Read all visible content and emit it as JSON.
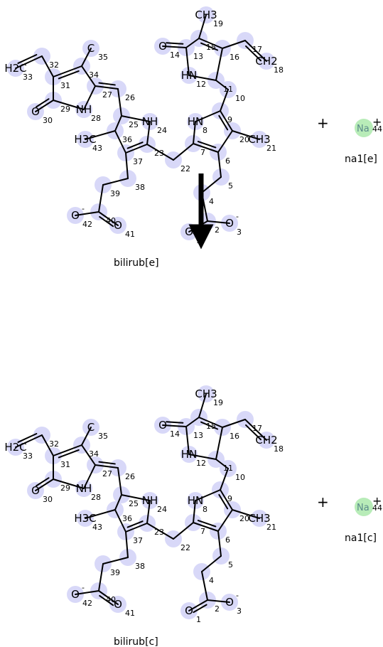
{
  "reactions": [
    {
      "molecule_label": "bilirub[e]",
      "ion_label": "na1[e]",
      "plus": "+",
      "ion_symbol": "Na",
      "ion_number": "44",
      "ion_charge": "+"
    },
    {
      "molecule_label": "bilirub[c]",
      "ion_label": "na1[c]",
      "plus": "+",
      "ion_symbol": "Na",
      "ion_number": "44",
      "ion_charge": "+"
    }
  ],
  "atoms": [
    {
      "id": "1",
      "symbol": "O",
      "color": "#e0004a"
    },
    {
      "id": "2",
      "symbol": "",
      "color": "#000000"
    },
    {
      "id": "3",
      "symbol": "O",
      "charge": "-",
      "color": "#e0004a"
    },
    {
      "id": "4",
      "symbol": "",
      "color": "#000000"
    },
    {
      "id": "5",
      "symbol": "",
      "color": "#000000"
    },
    {
      "id": "6",
      "symbol": "",
      "color": "#000000"
    },
    {
      "id": "7",
      "symbol": "",
      "color": "#000000"
    },
    {
      "id": "8",
      "symbol": "HN",
      "color": "#2244cc"
    },
    {
      "id": "9",
      "symbol": "",
      "color": "#000000"
    },
    {
      "id": "10",
      "symbol": "",
      "color": "#000000"
    },
    {
      "id": "11",
      "symbol": "",
      "color": "#000000"
    },
    {
      "id": "12",
      "symbol": "HN",
      "color": "#2244cc"
    },
    {
      "id": "13",
      "symbol": "",
      "color": "#000000"
    },
    {
      "id": "14",
      "symbol": "O",
      "color": "#e0004a"
    },
    {
      "id": "15",
      "symbol": "",
      "color": "#000000"
    },
    {
      "id": "16",
      "symbol": "",
      "color": "#000000"
    },
    {
      "id": "17",
      "symbol": "",
      "color": "#000000"
    },
    {
      "id": "18",
      "symbol": "CH2",
      "color": "#000000"
    },
    {
      "id": "19",
      "symbol": "CH3",
      "color": "#000000"
    },
    {
      "id": "20",
      "symbol": "",
      "color": "#000000"
    },
    {
      "id": "21",
      "symbol": "CH3",
      "color": "#000000"
    },
    {
      "id": "22",
      "symbol": "",
      "color": "#000000"
    },
    {
      "id": "23",
      "symbol": "",
      "color": "#000000"
    },
    {
      "id": "24",
      "symbol": "NH",
      "color": "#2244cc"
    },
    {
      "id": "25",
      "symbol": "",
      "color": "#000000"
    },
    {
      "id": "26",
      "symbol": "",
      "color": "#000000"
    },
    {
      "id": "27",
      "symbol": "",
      "color": "#000000"
    },
    {
      "id": "28",
      "symbol": "NH",
      "color": "#2244cc"
    },
    {
      "id": "29",
      "symbol": "",
      "color": "#000000"
    },
    {
      "id": "30",
      "symbol": "O",
      "color": "#e0004a"
    },
    {
      "id": "31",
      "symbol": "",
      "color": "#000000"
    },
    {
      "id": "32",
      "symbol": "",
      "color": "#000000"
    },
    {
      "id": "33",
      "symbol": "H2C",
      "color": "#000000"
    },
    {
      "id": "34",
      "symbol": "",
      "color": "#000000"
    },
    {
      "id": "35",
      "symbol": "C",
      "color": "#000000"
    },
    {
      "id": "36",
      "symbol": "",
      "color": "#000000"
    },
    {
      "id": "37",
      "symbol": "",
      "color": "#000000"
    },
    {
      "id": "38",
      "symbol": "",
      "color": "#000000"
    },
    {
      "id": "39",
      "symbol": "",
      "color": "#000000"
    },
    {
      "id": "40",
      "symbol": "",
      "color": "#000000"
    },
    {
      "id": "41",
      "symbol": "O",
      "color": "#e0004a"
    },
    {
      "id": "42",
      "symbol": "O",
      "charge": "-",
      "color": "#e0004a"
    },
    {
      "id": "43",
      "symbol": "H3C",
      "color": "#000000"
    }
  ],
  "bonds": [
    [
      "1",
      "2",
      2
    ],
    [
      "2",
      "3",
      1
    ],
    [
      "2",
      "4",
      1
    ],
    [
      "4",
      "5",
      1
    ],
    [
      "5",
      "6",
      1
    ],
    [
      "6",
      "7",
      2
    ],
    [
      "6",
      "20",
      1
    ],
    [
      "7",
      "22",
      1
    ],
    [
      "7",
      "8",
      1
    ],
    [
      "8",
      "9",
      1
    ],
    [
      "9",
      "20",
      2
    ],
    [
      "20",
      "21",
      1
    ],
    [
      "9",
      "10",
      1
    ],
    [
      "10",
      "11",
      1
    ],
    [
      "11",
      "12",
      1
    ],
    [
      "11",
      "16",
      1
    ],
    [
      "12",
      "13",
      1
    ],
    [
      "13",
      "14",
      2
    ],
    [
      "13",
      "15",
      1
    ],
    [
      "15",
      "16",
      2
    ],
    [
      "15",
      "19",
      1
    ],
    [
      "16",
      "17",
      1
    ],
    [
      "17",
      "18",
      2
    ],
    [
      "22",
      "23",
      1
    ],
    [
      "23",
      "24",
      1
    ],
    [
      "23",
      "37",
      2
    ],
    [
      "24",
      "25",
      1
    ],
    [
      "25",
      "36",
      1
    ],
    [
      "25",
      "26",
      1
    ],
    [
      "26",
      "27",
      2
    ],
    [
      "27",
      "28",
      1
    ],
    [
      "27",
      "34",
      1
    ],
    [
      "28",
      "29",
      1
    ],
    [
      "29",
      "30",
      2
    ],
    [
      "29",
      "31",
      1
    ],
    [
      "31",
      "34",
      2
    ],
    [
      "31",
      "32",
      1
    ],
    [
      "32",
      "33",
      2
    ],
    [
      "34",
      "35",
      1
    ],
    [
      "36",
      "37",
      1
    ],
    [
      "36",
      "43",
      1
    ],
    [
      "37",
      "38",
      1
    ],
    [
      "38",
      "39",
      1
    ],
    [
      "39",
      "40",
      1
    ],
    [
      "40",
      "41",
      2
    ],
    [
      "40",
      "42",
      1
    ]
  ],
  "colors": {
    "oxygen": "#e0004a",
    "nitrogen": "#2244cc",
    "highlight": "#d8d8f8",
    "sodium_fill": "#b8ecb8",
    "sodium_text": "#5a8a8a"
  }
}
